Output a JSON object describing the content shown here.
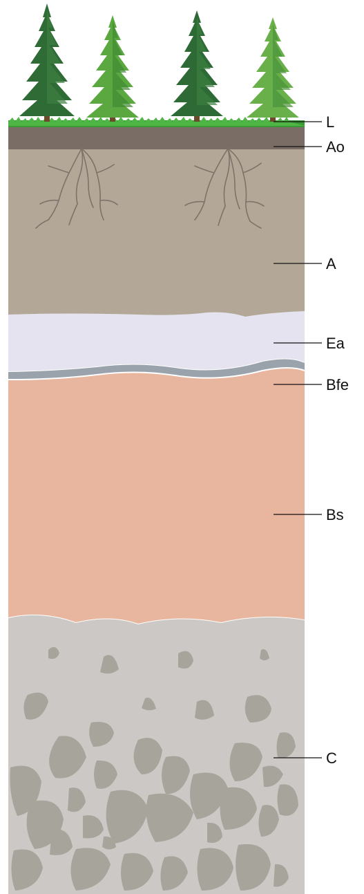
{
  "soil_profile": {
    "horizons": [
      {
        "key": "L",
        "label": "L",
        "color": "#2f9e2f"
      },
      {
        "key": "Ao",
        "label": "Ao",
        "color": "#7a6d66"
      },
      {
        "key": "A",
        "label": "A",
        "color": "#b3a898"
      },
      {
        "key": "Ea",
        "label": "Ea",
        "color": "#e4e3ef"
      },
      {
        "key": "Bfe",
        "label": "Bfe",
        "color": "#9aa3ab"
      },
      {
        "key": "Bs",
        "label": "Bs",
        "color": "#e8b69e"
      },
      {
        "key": "C",
        "label": "C",
        "color": "#cbc8c5"
      }
    ],
    "tree_count": 4,
    "rock_color": "#a7a49b",
    "root_color": "#7e7269"
  }
}
